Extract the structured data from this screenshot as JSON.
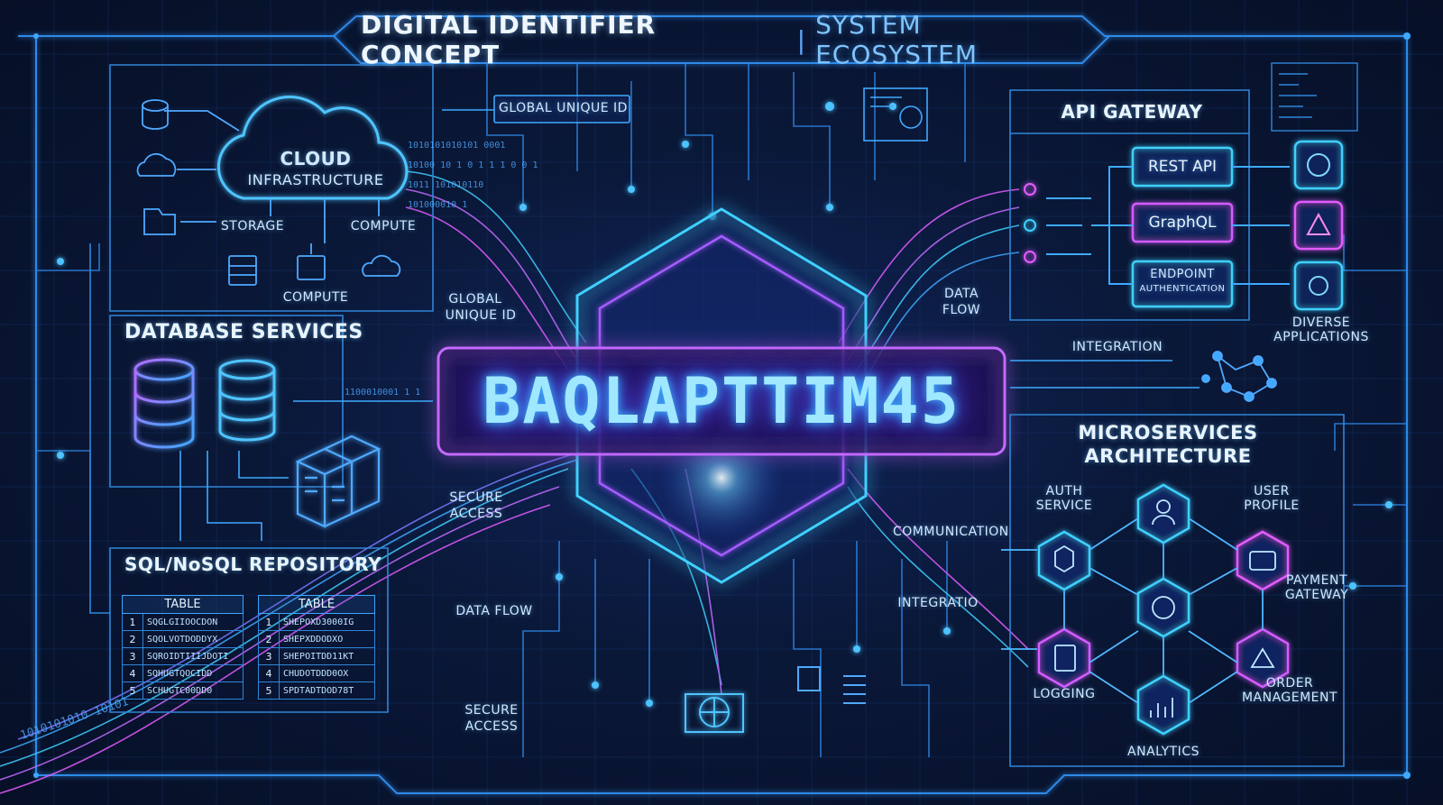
{
  "header": {
    "title": "DIGITAL IDENTIFIER CONCEPT",
    "separator": "|",
    "subtitle": "SYSTEM ECOSYSTEM"
  },
  "center": {
    "identifier": "BAQLAPTTIM45"
  },
  "cloud": {
    "title_line1": "CLOUD",
    "title_line2": "INFRASTRUCTURE",
    "storage": "STORAGE",
    "compute_right": "COMPUTE",
    "compute_bottom": "COMPUTE"
  },
  "labels": {
    "global_unique_id_box": "GLOBAL UNIQUE ID",
    "global_unique_id_line1": "GLOBAL",
    "global_unique_id_line2": "UNIQUE ID",
    "data_flow_right_line1": "DATA",
    "data_flow_right_line2": "FLOW",
    "secure_access_mid_line1": "SECURE",
    "secure_access_mid_line2": "ACCESS",
    "data_flow_bottom": "DATA FLOW",
    "secure_access_bottom_line1": "SECURE",
    "secure_access_bottom_line2": "ACCESS",
    "integration": "INTEGRATION",
    "communication": "COMMUNICATION",
    "integratio": "INTEGRATIO"
  },
  "database": {
    "title": "DATABASE SERVICES",
    "repo_title": "SQL/NoSQL REPOSITORY",
    "binary_line": "1100010001 1 1",
    "tables": [
      {
        "header": "TABLE",
        "rows": [
          {
            "n": "1",
            "v": "SQGLGIIOOCDON"
          },
          {
            "n": "2",
            "v": "SQOLVOTDODDYX"
          },
          {
            "n": "3",
            "v": "SQROIDTIIIJDOTI"
          },
          {
            "n": "4",
            "v": "SQHUGTQOCIDD"
          },
          {
            "n": "5",
            "v": "SCHUGTC00DD0"
          }
        ]
      },
      {
        "header": "TABLE",
        "rows": [
          {
            "n": "1",
            "v": "SHEPOXD3000IG"
          },
          {
            "n": "2",
            "v": "SHEPXDDODXO"
          },
          {
            "n": "3",
            "v": "SHEPOITDD11KT"
          },
          {
            "n": "4",
            "v": "CHUDOTDDD0OX"
          },
          {
            "n": "5",
            "v": "SPDTADTDOD78T"
          }
        ]
      }
    ]
  },
  "api": {
    "title": "API GATEWAY",
    "rest": "REST API",
    "graphql": "GraphQL",
    "endpoint_line1": "ENDPOINT",
    "endpoint_line2": "AUTHENTICATION",
    "diverse_line1": "DIVERSE",
    "diverse_line2": "APPLICATIONS"
  },
  "microservices": {
    "title_line1": "MICROSERVICES",
    "title_line2": "ARCHITECTURE",
    "auth_line1": "AUTH",
    "auth_line2": "SERVICE",
    "user_line1": "USER",
    "user_line2": "PROFILE",
    "payment_line1": "PAYMENT",
    "payment_line2": "GATEWAY",
    "logging": "LOGGING",
    "order_line1": "ORDER",
    "order_line2": "MANAGEMENT",
    "analytics": "ANALYTICS"
  },
  "binary": {
    "top1": "1010101010101 0001",
    "top2": "10100 10 1 0 1 1 1 0 0 1",
    "top3": "1011 101010110",
    "top4": "101000010 1",
    "left_stream": "1010101010 10101"
  },
  "colors": {
    "cyan": "#3fd0ff",
    "blue": "#2f86ff",
    "purple": "#a45bff",
    "magenta": "#e35bff",
    "background": "#0a1838"
  }
}
